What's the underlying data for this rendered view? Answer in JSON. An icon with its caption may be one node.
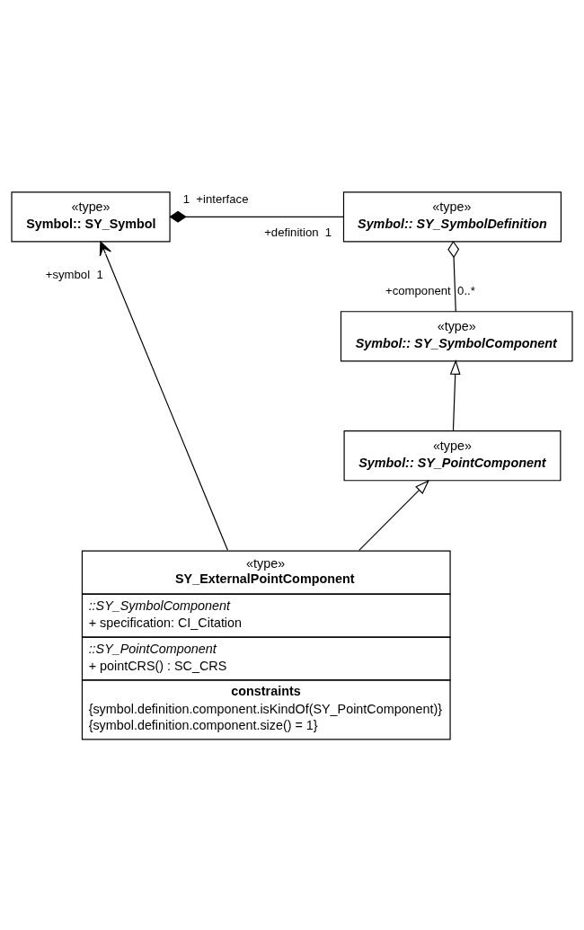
{
  "diagram": {
    "nodes": [
      {
        "text": [
          "«type»",
          "Symbol:: SY_Symbol"
        ]
      },
      {
        "text": [
          "«type»",
          "Symbol:: SY_SymbolDefinition"
        ]
      },
      {
        "text": [
          "«type»",
          "Symbol:: SY_SymbolComponent"
        ]
      },
      {
        "text": [
          "«type»",
          "Symbol:: SY_PointComponent"
        ]
      },
      {
        "text": [
          "«type»",
          "SY_ExternalPointComponent",
          "::SY_SymbolComponent",
          "+ specification: CI_Citation",
          "::SY_PointComponent",
          "+ pointCRS() : SC_CRS",
          "constraints",
          "{symbol.definition.component.isKindOf(SY_PointComponent)}",
          "{symbol.definition.component.size() = 1}"
        ]
      }
    ],
    "edges": [
      {
        "from": 0,
        "to": 1,
        "arrow": "other"
      },
      {
        "from": 1,
        "to": 2,
        "arrow": "other"
      },
      {
        "from": 3,
        "to": 2,
        "arrow": "to"
      },
      {
        "from": 4,
        "to": 3,
        "arrow": "to"
      },
      {
        "from": 4,
        "to": 0,
        "arrow": "to"
      }
    ],
    "labels": [
      "+symbol",
      "1",
      "1",
      "+interface",
      "+definition",
      "1",
      "+component",
      "0..*"
    ]
  }
}
